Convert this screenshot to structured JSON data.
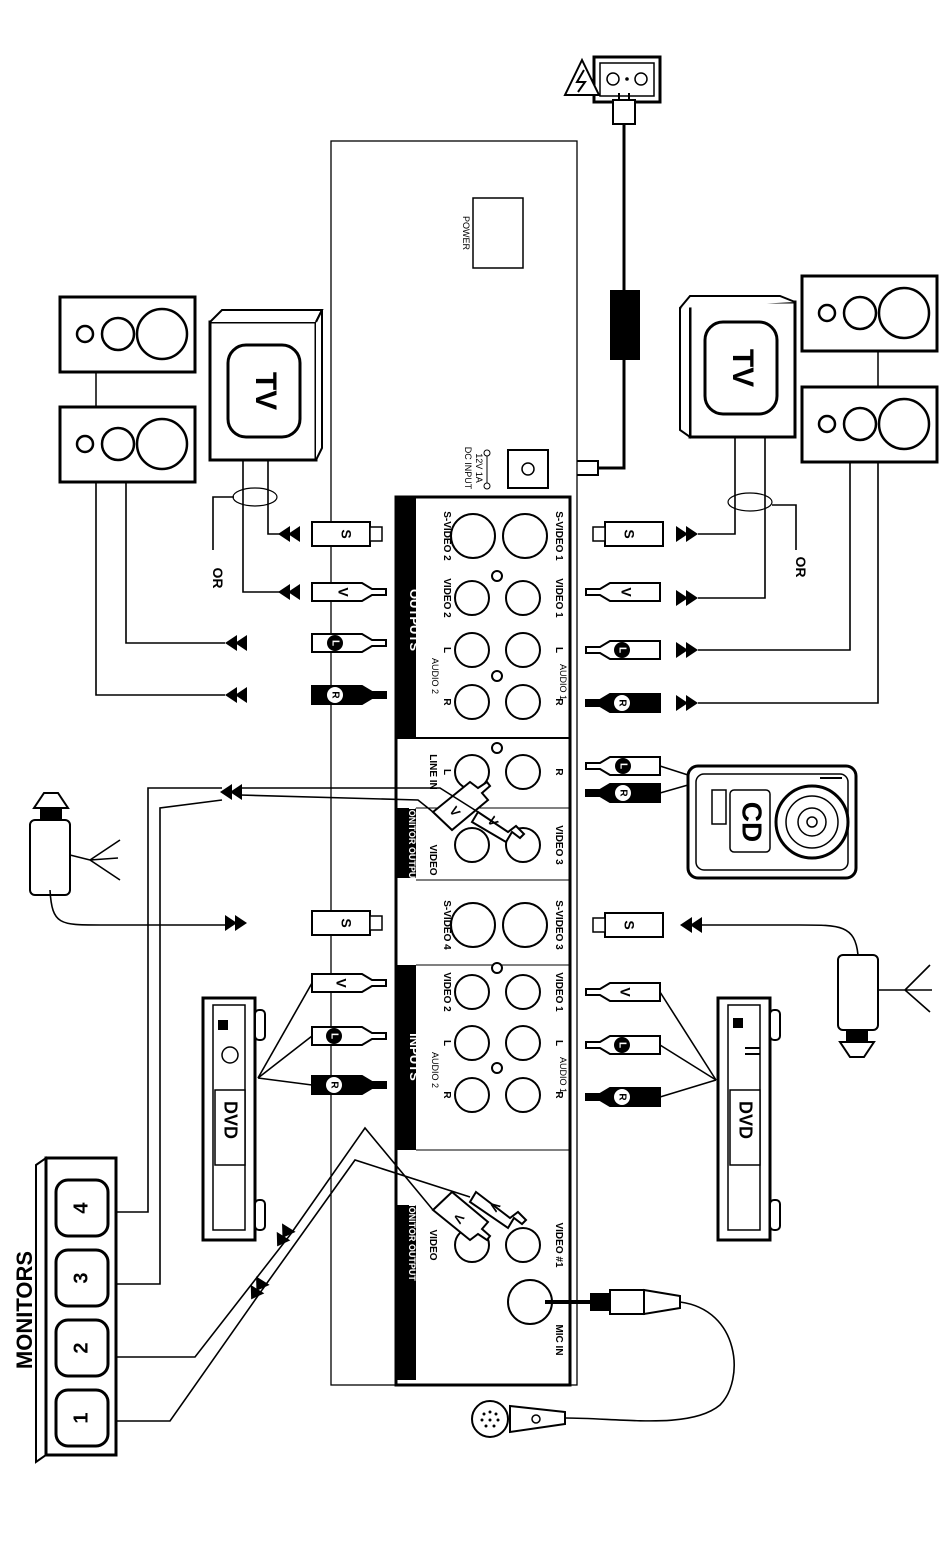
{
  "mains": {
    "power_label": "POWER",
    "dc_input_label": "DC INPUT",
    "dc_rating": "12V 1A"
  },
  "panel": {
    "outputs_header": "OUTPUTS",
    "inputs_header": "INPUTS",
    "monitor_output_header": "MONITOR OUTPUT",
    "mic_in_label": "MIC IN",
    "outputs": {
      "svideo_2": "S-VIDEO 2",
      "svideo_1": "S-VIDEO 1",
      "video_2": "VIDEO 2",
      "video_1": "VIDEO 1",
      "audio_2": "AUDIO 2",
      "audio_1": "AUDIO 1",
      "left": "L",
      "right": "R"
    },
    "inputs": {
      "line_in": "LINE IN",
      "video": "VIDEO",
      "video_3": "VIDEO 3",
      "svideo_4": "S-VIDEO 4",
      "svideo_3": "S-VIDEO 3",
      "video_2": "VIDEO 2",
      "video_1": "VIDEO 1",
      "audio_2": "AUDIO 2",
      "audio_1": "AUDIO 1",
      "video_hash_1": "VIDEO #1",
      "left": "L",
      "right": "R"
    }
  },
  "plugs": {
    "svideo": "S",
    "video": "V",
    "left": "L",
    "right": "R"
  },
  "devices": {
    "tv": "TV",
    "cd": "CD",
    "dvd": "DVD",
    "or_label": "OR"
  },
  "monitors": {
    "title": "MONITORS",
    "numbers": [
      "1",
      "2",
      "3",
      "4"
    ]
  }
}
